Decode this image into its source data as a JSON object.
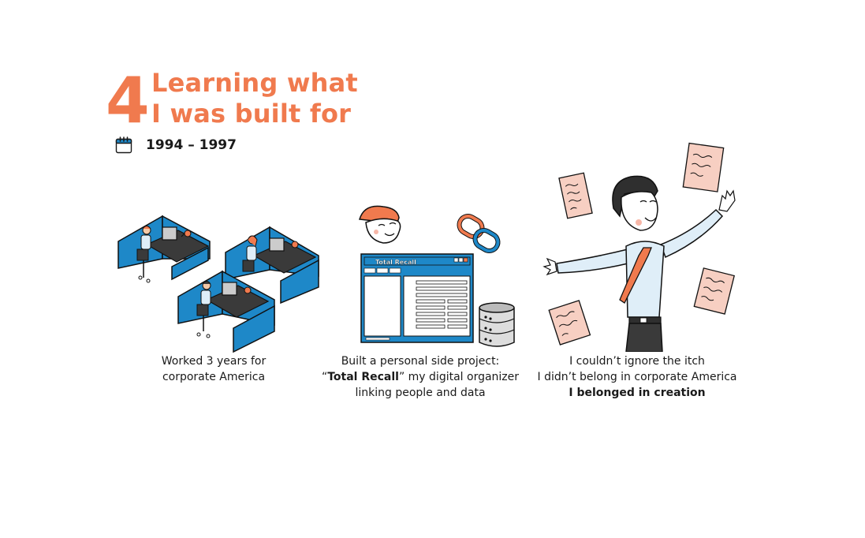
{
  "chapter": {
    "number": "4",
    "title_line1": "Learning what",
    "title_line2": "I was built for",
    "date_icon": "calendar-icon",
    "date_range": "1994 – 1997"
  },
  "colors": {
    "accent": "#f07a4e",
    "cubicle_blue": "#1e88c8",
    "paper_pink": "#f7cfc2",
    "text": "#1a1a1a"
  },
  "panels": [
    {
      "illustration": "office-cubicles-illustration",
      "caption_line1": "Worked 3 years for",
      "caption_line2": "corporate America"
    },
    {
      "illustration": "total-recall-app-illustration",
      "window_title": "Total Recall",
      "caption_line1": "Built a personal side project:",
      "caption_line2_open_quote": "“",
      "caption_line2_bold": "Total Recall",
      "caption_line2_rest": "” my digital organizer",
      "caption_line3": "linking people and data"
    },
    {
      "illustration": "celebrating-man-illustration",
      "caption_line1": "I couldn’t ignore the itch",
      "caption_line2": "I didn’t belong in corporate America",
      "caption_line3_bold": "I belonged in creation"
    }
  ]
}
